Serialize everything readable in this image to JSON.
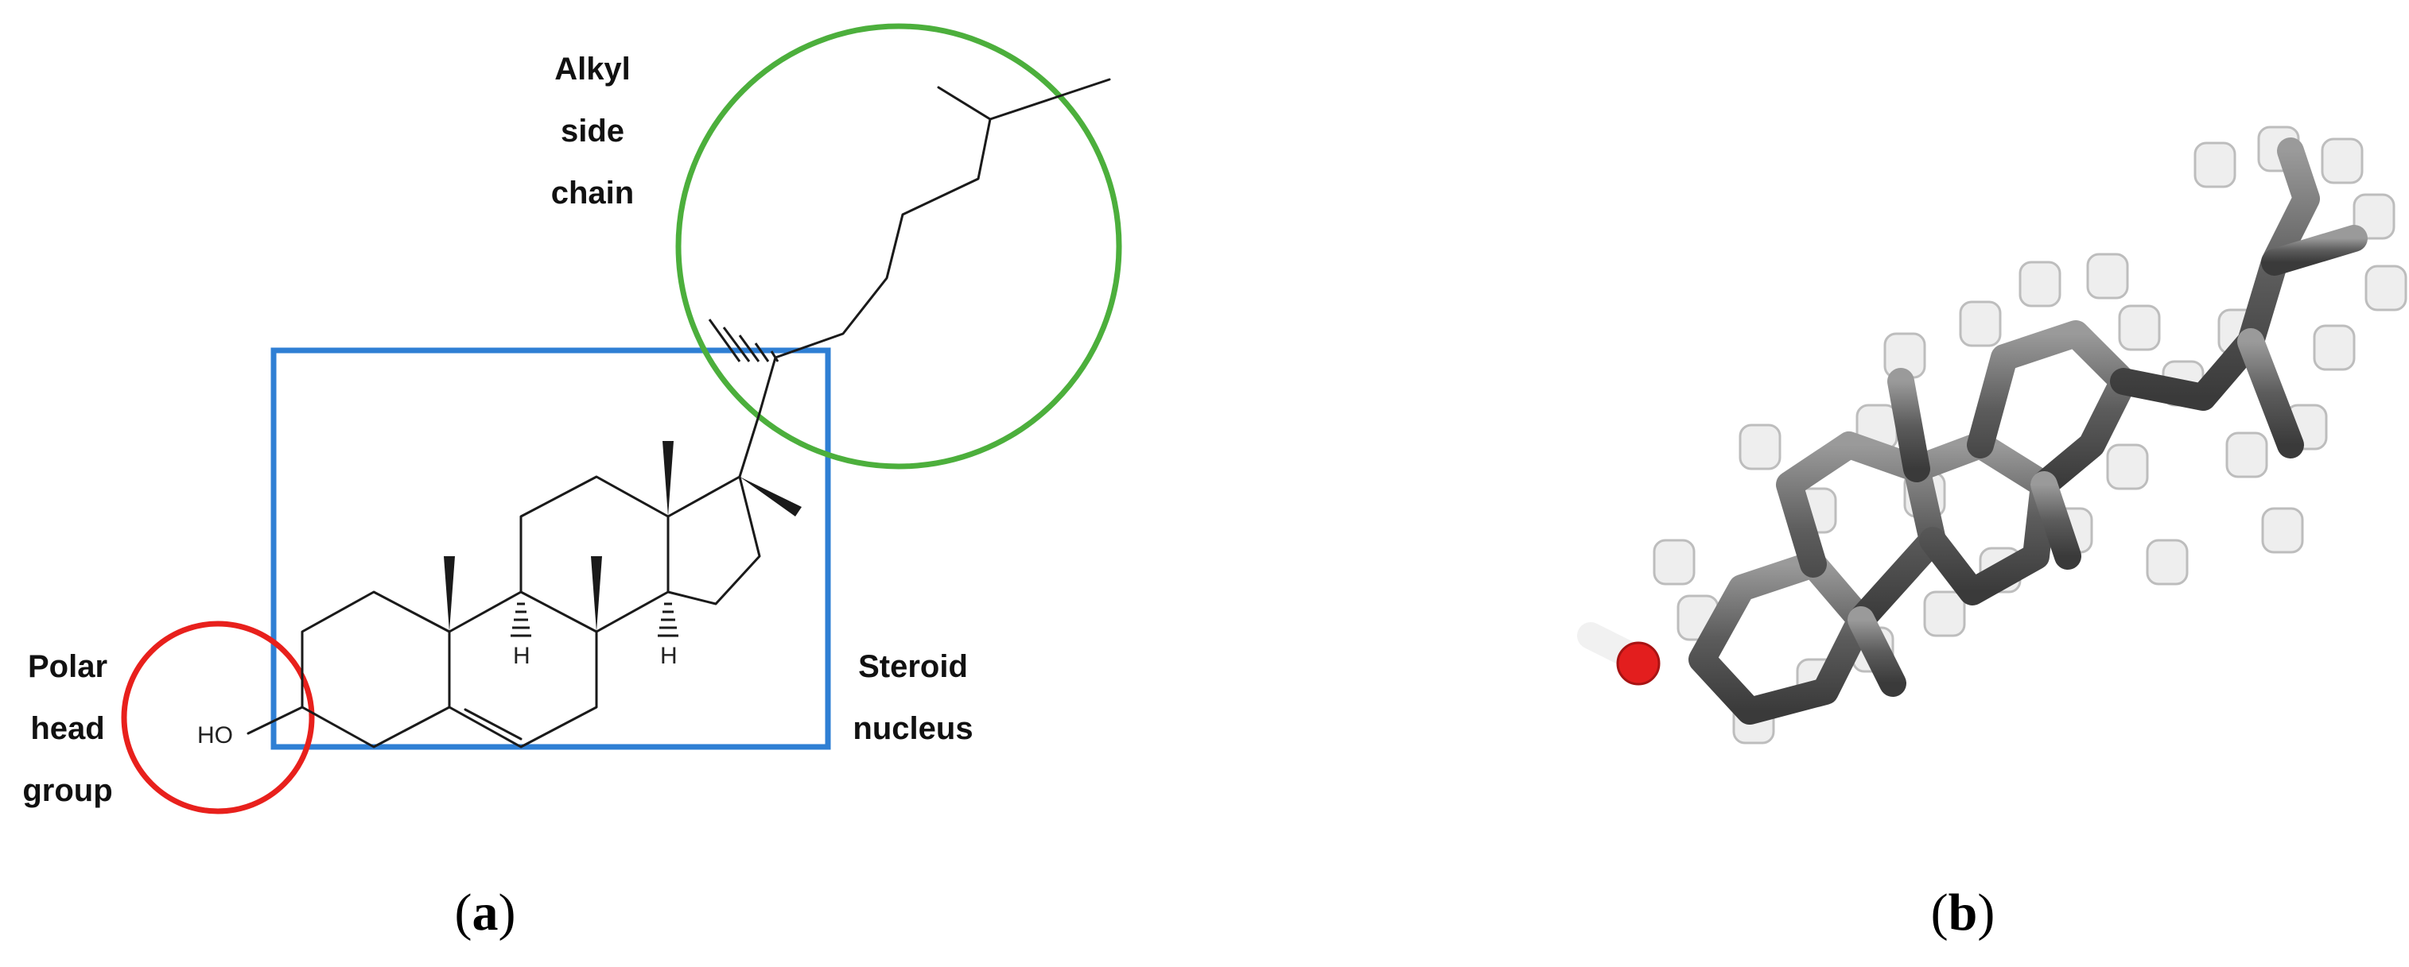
{
  "panel_a": {
    "labels": {
      "alkyl_side_chain": [
        "Alkyl",
        "side",
        "chain"
      ],
      "polar_head_group": [
        "Polar",
        "head",
        "group"
      ],
      "steroid_nucleus": [
        "Steroid",
        "nucleus"
      ]
    },
    "atoms": {
      "hydroxyl": "HO",
      "hydrogen_1": "H",
      "hydrogen_2": "H"
    },
    "colors": {
      "side_chain_circle": "#4caf3c",
      "nucleus_box": "#2f7fd4",
      "head_circle": "#e8201c",
      "bonds": "#1a1a1a"
    },
    "caption": {
      "open": "(",
      "letter": "a",
      "close": ")"
    }
  },
  "panel_b": {
    "model": "ball-and-stick cholesterol",
    "colors": {
      "carbon": "#6a6a6a",
      "hydrogen": "#eeeeee",
      "oxygen": "#e31e1e"
    },
    "caption": {
      "open": "(",
      "letter": "b",
      "close": ")"
    }
  }
}
